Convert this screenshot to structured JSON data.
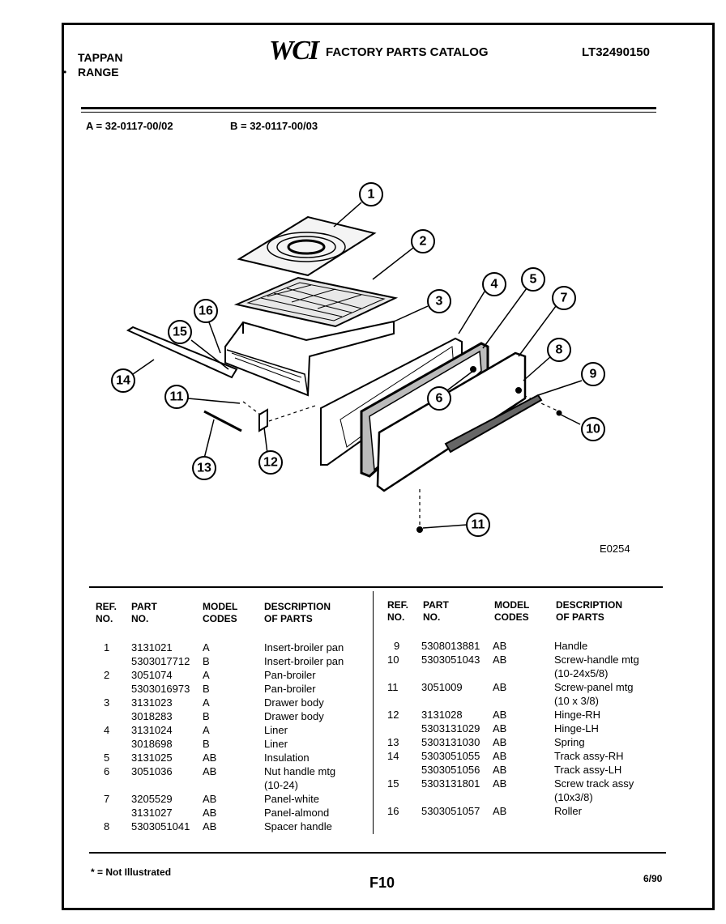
{
  "header": {
    "brand": "TAPPAN",
    "product": "RANGE",
    "logo": "WCI",
    "catalog_title": "FACTORY PARTS CATALOG",
    "model_number": "LT32490150"
  },
  "model_codes": {
    "a": "A = 32-0117-00/02",
    "b": "B = 32-0117-00/03"
  },
  "diagram": {
    "figure_code": "E0254",
    "callouts": [
      "1",
      "2",
      "3",
      "4",
      "5",
      "6",
      "7",
      "8",
      "9",
      "10",
      "11",
      "12",
      "13",
      "14",
      "15",
      "16",
      "11"
    ]
  },
  "table": {
    "headers": {
      "ref": [
        "REF.",
        "NO."
      ],
      "part": [
        "PART",
        "NO."
      ],
      "model": [
        "MODEL",
        "CODES"
      ],
      "desc": [
        "DESCRIPTION",
        "OF PARTS"
      ]
    },
    "left_rows": [
      {
        "ref": "1",
        "part": "3131021",
        "code": "A",
        "desc": "Insert-broiler pan"
      },
      {
        "ref": "",
        "part": "5303017712",
        "code": "B",
        "desc": "Insert-broiler pan"
      },
      {
        "ref": "2",
        "part": "3051074",
        "code": "A",
        "desc": "Pan-broiler"
      },
      {
        "ref": "",
        "part": "5303016973",
        "code": "B",
        "desc": "Pan-broiler"
      },
      {
        "ref": "3",
        "part": "3131023",
        "code": "A",
        "desc": "Drawer body"
      },
      {
        "ref": "",
        "part": "3018283",
        "code": "B",
        "desc": "Drawer body"
      },
      {
        "ref": "4",
        "part": "3131024",
        "code": "A",
        "desc": "Liner"
      },
      {
        "ref": "",
        "part": "3018698",
        "code": "B",
        "desc": "Liner"
      },
      {
        "ref": "5",
        "part": "3131025",
        "code": "AB",
        "desc": "Insulation"
      },
      {
        "ref": "6",
        "part": "3051036",
        "code": "AB",
        "desc": "Nut handle mtg"
      },
      {
        "ref": "",
        "part": "",
        "code": "",
        "desc": "(10-24)"
      },
      {
        "ref": "7",
        "part": "3205529",
        "code": "AB",
        "desc": "Panel-white"
      },
      {
        "ref": "",
        "part": "3131027",
        "code": "AB",
        "desc": "Panel-almond"
      },
      {
        "ref": "8",
        "part": "5303051041",
        "code": "AB",
        "desc": "Spacer  handle"
      }
    ],
    "right_rows": [
      {
        "ref": "9",
        "part": "5308013881",
        "code": "AB",
        "desc": "Handle"
      },
      {
        "ref": "10",
        "part": "5303051043",
        "code": "AB",
        "desc": "Screw-handle mtg"
      },
      {
        "ref": "",
        "part": "",
        "code": "",
        "desc": "(10-24x5/8)"
      },
      {
        "ref": "11",
        "part": "3051009",
        "code": "AB",
        "desc": "Screw-panel mtg"
      },
      {
        "ref": "",
        "part": "",
        "code": "",
        "desc": "(10 x 3/8)"
      },
      {
        "ref": "12",
        "part": "3131028",
        "code": "AB",
        "desc": "Hinge-RH"
      },
      {
        "ref": "",
        "part": "5303131029",
        "code": "AB",
        "desc": "Hinge-LH"
      },
      {
        "ref": "13",
        "part": "5303131030",
        "code": "AB",
        "desc": "Spring"
      },
      {
        "ref": "14",
        "part": "5303051055",
        "code": "AB",
        "desc": "Track assy-RH"
      },
      {
        "ref": "",
        "part": "5303051056",
        "code": "AB",
        "desc": "Track assy-LH"
      },
      {
        "ref": "15",
        "part": "5303131801",
        "code": "AB",
        "desc": "Screw track assy"
      },
      {
        "ref": "",
        "part": "",
        "code": "",
        "desc": "(10x3/8)"
      },
      {
        "ref": "16",
        "part": "5303051057",
        "code": "AB",
        "desc": "Roller"
      }
    ]
  },
  "footer": {
    "footnote": "* = Not Illustrated",
    "page": "F10",
    "date": "6/90"
  }
}
